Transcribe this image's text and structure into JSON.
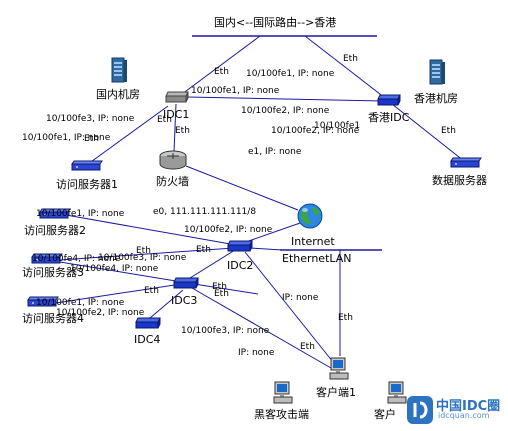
{
  "title": "国内<--国际路由-->香港",
  "nodes": {
    "domestic_room": "国内机房",
    "hk_room": "香港机房",
    "idc1": "IDC1",
    "hk_idc": "香港IDC",
    "firewall": "防火墙",
    "access1": "访问服务器1",
    "data_server": "数据服务器",
    "access2": "访问服务器2",
    "access3": "访问服务器3",
    "access4": "访问服务器4",
    "internet": "Internet",
    "ethernet_lan": "EthernetLAN",
    "idc2": "IDC2",
    "idc3": "IDC3",
    "idc4": "IDC4",
    "client1": "客户端1",
    "hacker": "黑客攻击端",
    "client2": "客户"
  },
  "links": {
    "l1": "Eth",
    "l2": "Eth",
    "l3": "10/100fe1, IP: none",
    "l4": "10/100fe1, IP: none",
    "l5": "10/100fe3, IP: none",
    "l6": "Eth",
    "l7": "10/100fe2, IP: none",
    "l8": "Eth",
    "l9": "10/100fe1, IP: none",
    "l10": "10/100fe1",
    "l11": "10/100fe2, IP: none",
    "l12": "Eth",
    "l13": "e1, IP: none",
    "l14": "Eth",
    "l15": "e0, 111.111.111.111/8",
    "l16": "10/100fe1, IP: none",
    "l17": "10/100fe2, IP: none",
    "l18": "Eth",
    "l19": "Eth",
    "l20": "10/100fe4, IP: none",
    "l21": "10/100fe3, IP: none",
    "l22": "10/100fe4, IP: none",
    "l23": "Eth",
    "l24": "10/100fe1, IP: none",
    "l25": "10/100fe2, IP: none",
    "l26": "Eth",
    "l27": "IP: none",
    "l28": "Eth",
    "l29": "10/100fe3, IP: none",
    "l30": "Eth",
    "l31": "IP: none",
    "l32": "Eth"
  },
  "watermark": {
    "name": "中国IDC圈",
    "url": "idcquan.com",
    "color": "#2c73c2"
  },
  "colors": {
    "link": "#1a1aa0",
    "device": "#1b34c9",
    "lan_bar": "#1a1aa0"
  }
}
